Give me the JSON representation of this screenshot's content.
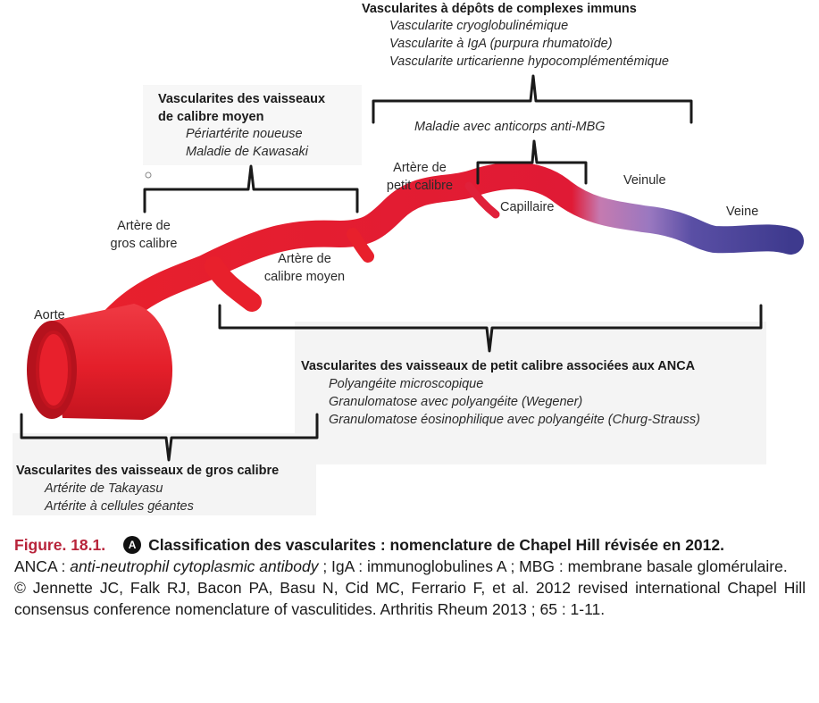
{
  "vessel_labels": {
    "aorte": "Aorte",
    "artere_gros_1": "Artère de",
    "artere_gros_2": "gros calibre",
    "artere_moyen_1": "Artère de",
    "artere_moyen_2": "calibre moyen",
    "artere_petit_1": "Artère de",
    "artere_petit_2": "petit calibre",
    "capillaire": "Capillaire",
    "veinule": "Veinule",
    "veine": "Veine"
  },
  "groups": {
    "immune": {
      "title": "Vascularites à dépôts de complexes immuns",
      "items": [
        "Vascularite cryoglobulinémique",
        "Vascularite à IgA (purpura rhumatoïde)",
        "Vascularite urticarienne hypocomplémentémique"
      ]
    },
    "medium": {
      "title_1": "Vascularites des vaisseaux",
      "title_2": "de calibre moyen",
      "items": [
        "Périartérite noueuse",
        "Maladie de Kawasaki"
      ]
    },
    "mbg": {
      "label": "Maladie avec anticorps anti-MBG"
    },
    "anca": {
      "title": "Vascularites des vaisseaux de petit calibre associées aux ANCA",
      "items": [
        "Polyangéite microscopique",
        "Granulomatose avec polyangéite (Wegener)",
        "Granulomatose éosinophilique avec polyangéite (Churg-Strauss)"
      ]
    },
    "large": {
      "title": "Vascularites des vaisseaux de gros calibre",
      "items": [
        "Artérite de Takayasu",
        "Artérite à cellules géantes"
      ]
    }
  },
  "caption": {
    "figure_number": "Figure. 18.1.",
    "badge": "A",
    "title": "Classification des vascularites : nomenclature de Chapel Hill révisée en 2012.",
    "anca_abbr": "ANCA : ",
    "anca_def": "anti-neutrophil cytoplasmic antibody",
    "abbr_rest": " ; IgA : immunoglobulines A ; MBG : membrane basale glomérulaire.",
    "reference": "© Jennette JC, Falk RJ, Bacon PA, Basu N, Cid MC, Ferrario F, et al. 2012 revised international Chapel Hill consensus conference nomenclature of vasculitides. Arthritis Rheum 2013 ; 65 : 1-11."
  },
  "colors": {
    "artery": "#e8202c",
    "artery_dark": "#b5121d",
    "vein": "#3e3a8e",
    "venule": "#9a78c0",
    "figure_number": "#b8233a",
    "background_box": "#f4f4f4"
  }
}
